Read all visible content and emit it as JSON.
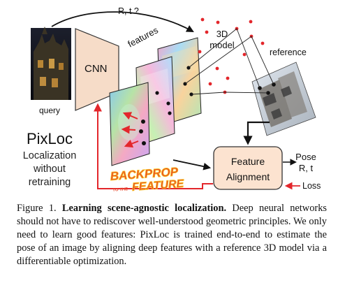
{
  "figure": {
    "labels": {
      "query": "query",
      "cnn": "CNN",
      "features": "features",
      "pose_question": "R, t ?",
      "model_3d_line1": "3D",
      "model_3d_line2": "model",
      "reference": "reference",
      "title": "PixLoc",
      "subtitle_line1": "Localization",
      "subtitle_line2": "without",
      "subtitle_line3": "retraining",
      "backprop_line1": "BACKPROP",
      "backprop_line2_small": "TO THE",
      "backprop_line2": "FEATURE",
      "feature_alignment_line1": "Feature",
      "feature_alignment_line2": "Alignment",
      "pose_line1": "Pose",
      "pose_line2": "R, t",
      "loss": "Loss"
    },
    "colors": {
      "accent_red": "#e3262b",
      "box_fill": "#fce3d0",
      "box_stroke": "#333333",
      "cnn_fill": "#f6dcc8",
      "backprop_red": "#e8452a",
      "backprop_yellow": "#f8c21c"
    }
  },
  "caption": {
    "figure_label": "Figure 1.",
    "bold_title": "Learning scene-agnostic localization.",
    "body": "Deep neural networks should not have to rediscover well-understood geometric principles. We only need to learn good features: PixLoc is trained end-to-end to estimate the pose of an image by aligning deep features with a reference 3D model via a differentiable optimization."
  }
}
